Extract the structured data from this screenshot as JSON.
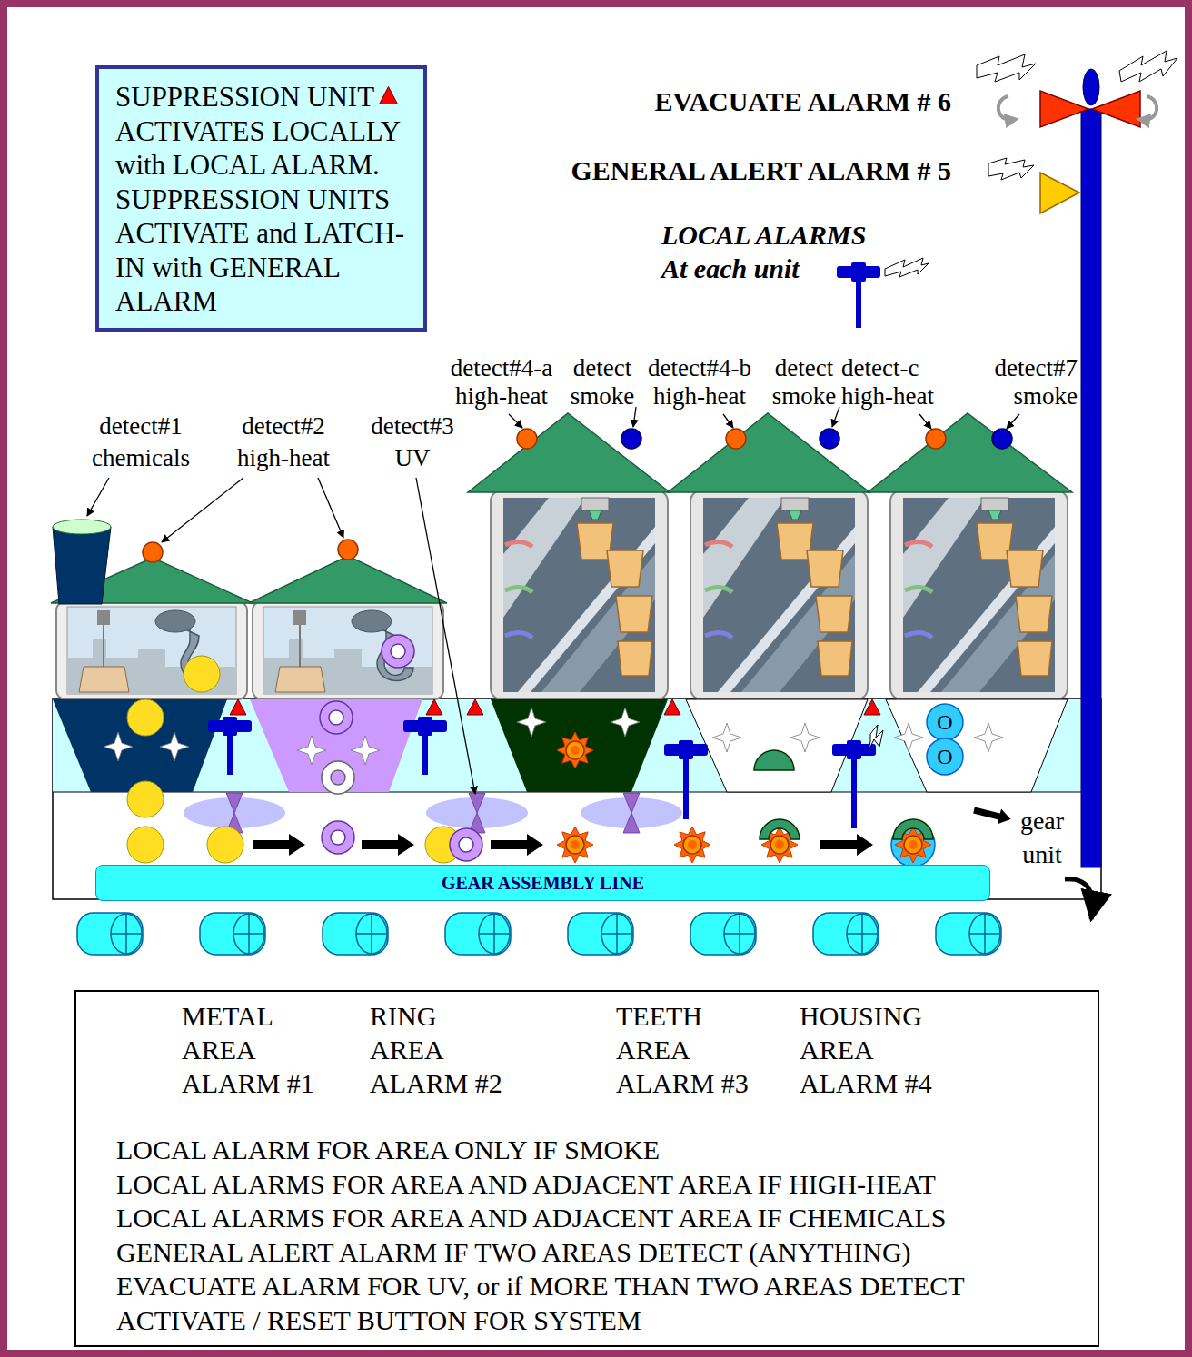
{
  "diagram": {
    "nodes": [
      {
        "text": [
          "SUPPRESSION UNIT ACTIVATES LOCALLY with LOCAL ALARM. SUPPRESSION UNITS ACTIVATE and LATCH-IN with GENERAL ALARM"
        ]
      },
      {
        "text": [
          "GEAR ASSEMBLY LINE"
        ]
      },
      {
        "text": [
          "METAL AREA ALARM #1",
          "RING AREA ALARM #2",
          "TEETH AREA ALARM #3",
          "HOUSING AREA ALARM #4",
          "LOCAL ALARM FOR AREA ONLY IF SMOKE",
          "LOCAL ALARMS FOR AREA AND ADJACENT AREA IF HIGH-HEAT",
          "LOCAL ALARMS FOR AREA AND ADJACENT AREA IF CHEMICALS",
          "GENERAL ALERT ALARM IF TWO AREAS DETECT (ANYTHING)",
          "EVACUATE ALARM FOR UV, or if MORE THAN TWO AREAS DETECT",
          "ACTIVATE / RESET BUTTON FOR SYSTEM"
        ]
      }
    ],
    "labels": [
      "EVACUATE ALARM # 6",
      "GENERAL ALERT ALARM # 5",
      "LOCAL ALARMS At each unit",
      "detect#4-a high-heat",
      "detect smoke",
      "detect#4-b high-heat",
      "detect smoke",
      "detect-c high-heat",
      "detect#7 smoke",
      "detect#1 chemicals",
      "detect#2 high-heat",
      "detect#3 UV",
      "O",
      "O",
      "gear unit"
    ]
  }
}
